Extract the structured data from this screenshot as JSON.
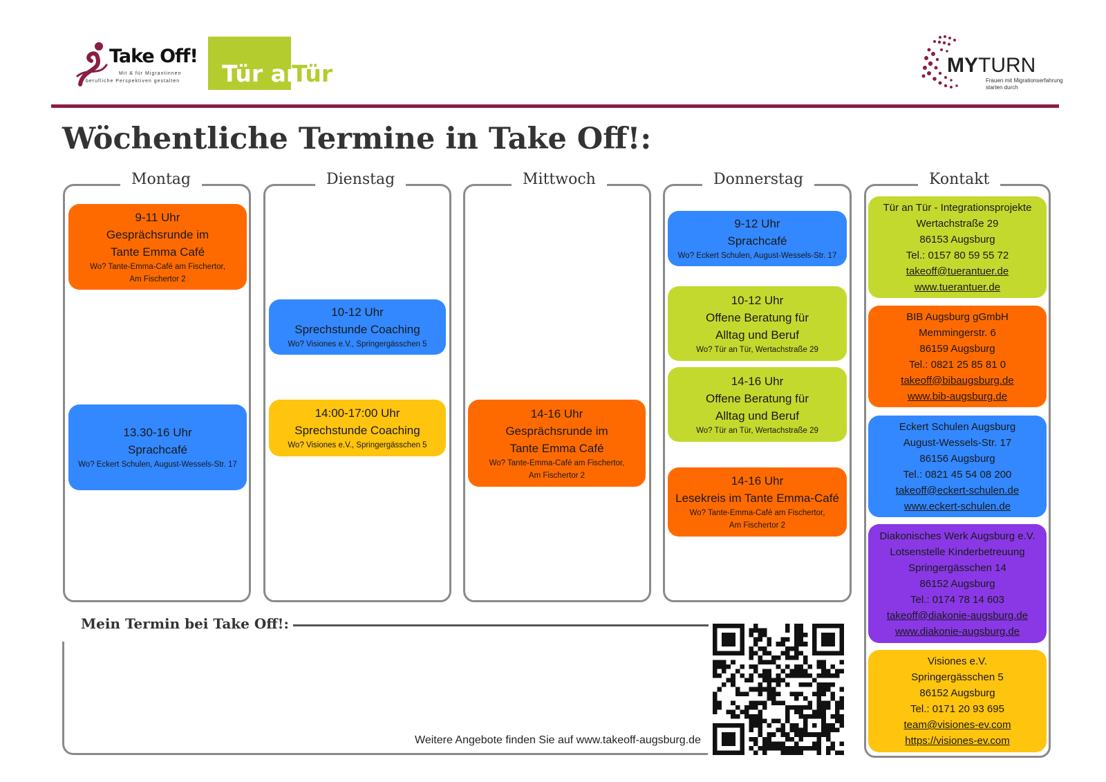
{
  "header": {
    "takeoff_brand": "Take Off!",
    "takeoff_tag1": "Mit & für Migrantinnen",
    "takeoff_tag2": "berufliche Perspektiven gestalten",
    "tuer_left": "Tür an",
    "tuer_right": "Tür",
    "myturn_bold": "MY",
    "myturn_light": "TURN",
    "myturn_sub1": "Frauen mit Migrationserfahrung",
    "myturn_sub2": "starten durch",
    "accent_color": "#8b1d45"
  },
  "title": "Wöchentliche Termine in Take Off!:",
  "days": {
    "montag": {
      "label": "Montag",
      "events": [
        {
          "time": "9-11 Uhr",
          "line1": "Gesprächsrunde im",
          "line2": "Tante Emma Café",
          "where1": "Wo? Tante-Emma-Café am Fischertor,",
          "where2": "Am Fischertor 2"
        },
        {
          "time": "13.30-16 Uhr",
          "line1": "Sprachcafé",
          "where1": "Wo? Eckert Schulen, August-Wessels-Str. 17"
        }
      ]
    },
    "dienstag": {
      "label": "Dienstag",
      "events": [
        {
          "time": "10-12 Uhr",
          "line1": "Sprechstunde Coaching",
          "where1": "Wo? Visiones e.V., Springergässchen 5"
        },
        {
          "time": "14:00-17:00 Uhr",
          "line1": "Sprechstunde Coaching",
          "where1": "Wo? Visiones e.V., Springergässchen 5"
        }
      ]
    },
    "mittwoch": {
      "label": "Mittwoch",
      "events": [
        {
          "time": "14-16 Uhr",
          "line1": "Gesprächsrunde im",
          "line2": "Tante Emma Café",
          "where1": "Wo? Tante-Emma-Café am Fischertor,",
          "where2": "Am Fischertor 2"
        }
      ]
    },
    "donnerstag": {
      "label": "Donnerstag",
      "events": [
        {
          "time": "9-12 Uhr",
          "line1": "Sprachcafé",
          "where1": "Wo? Eckert Schulen, August-Wessels-Str. 17"
        },
        {
          "time": "10-12 Uhr",
          "line1": "Offene Beratung für",
          "line2": "Alltag und Beruf",
          "where1": "Wo? Tür an Tür, Wertachstraße 29"
        },
        {
          "time": "14-16 Uhr",
          "line1": "Offene Beratung für",
          "line2": "Alltag und Beruf",
          "where1": "Wo? Tür an Tür, Wertachstraße 29"
        },
        {
          "time": "14-16 Uhr",
          "line1": "Lesekreis im Tante Emma-Café",
          "where1": "Wo? Tante-Emma-Café am Fischertor,",
          "where2": "Am Fischertor 2"
        }
      ]
    }
  },
  "kontakt": {
    "label": "Kontakt",
    "items": [
      {
        "name": "Tür an Tür - Integrationsprojekte",
        "street": "Wertachstraße 29",
        "city": "86153 Augsburg",
        "tel": "Tel.: 0157 80 59 55 72",
        "email": "takeoff@tuerantuer.de",
        "web": "www.tuerantuer.de"
      },
      {
        "name": "BIB Augsburg gGmbH",
        "street": "Memmingerstr. 6",
        "city": "86159 Augsburg",
        "tel": "Tel.: 0821 25 85 81 0",
        "email": "takeoff@bibaugsburg.de",
        "web": "www.bib-augsburg.de"
      },
      {
        "name": "Eckert Schulen Augsburg",
        "street": "August-Wessels-Str. 17",
        "city": "86156 Augsburg",
        "tel": "Tel.: 0821 45 54 08 200",
        "email": "takeoff@eckert-schulen.de",
        "web": "www.eckert-schulen.de"
      },
      {
        "name": "Diakonisches Werk Augsburg e.V.",
        "sub": "Lotsenstelle Kinderbetreuung",
        "street": "Springergässchen 14",
        "city": "86152 Augsburg",
        "tel": "Tel.: 0174 78 14 603",
        "email": "takeoff@diakonie-augsburg.de",
        "web": "www.diakonie-augsburg.de"
      },
      {
        "name": "Visiones e.V.",
        "street": "Springergässchen 5",
        "city": "86152 Augsburg",
        "tel": "Tel.: 0171 20 93 695",
        "email": "team@visiones-ev.com",
        "web": "https://visiones-ev.com"
      }
    ]
  },
  "footer": {
    "termin_label": "Mein Termin bei Take Off!:",
    "further": "Weitere Angebote finden Sie auf www.takeoff-augsburg.de"
  }
}
